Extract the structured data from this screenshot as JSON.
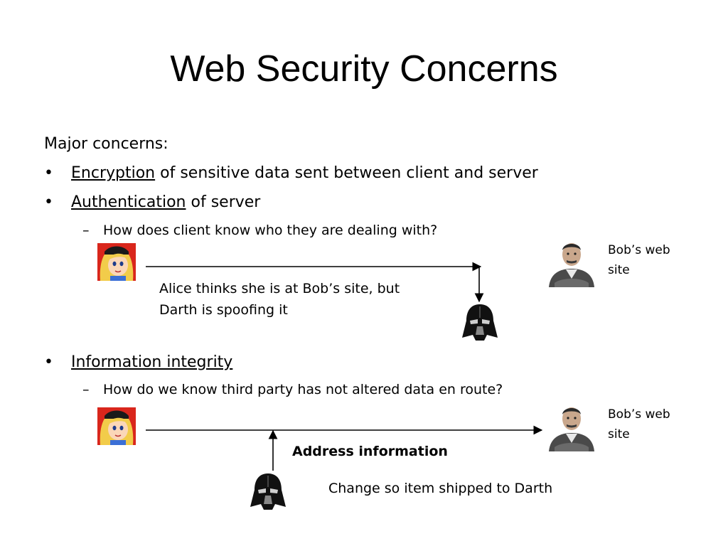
{
  "slide": {
    "title": "Web Security Concerns",
    "intro": "Major concerns:",
    "bullets": [
      {
        "marker": "•",
        "term": "Encryption",
        "rest": " of sensitive data sent between client and server"
      },
      {
        "marker": "•",
        "term": "Authentication",
        "rest": " of server"
      },
      {
        "marker": "•",
        "term": "Information integrity",
        "rest": ""
      }
    ],
    "subbullets": [
      {
        "marker": "–",
        "text": "How does client know who they are dealing with?"
      },
      {
        "marker": "–",
        "text": "How do we know third party has not altered data en route?"
      }
    ],
    "diagram1": {
      "bob_label_1": "Bob’s web",
      "bob_label_2": "site",
      "caption_1": "Alice thinks she is at Bob’s site, but",
      "caption_2": "Darth is spoofing it"
    },
    "diagram2": {
      "bob_label_1": "Bob’s web",
      "bob_label_2": "site",
      "packet_label": "Address information",
      "change_label": "Change so item shipped to Darth"
    }
  },
  "icons": [
    "alice-icon",
    "bob-icon",
    "darth-vader-icon"
  ],
  "colors": {
    "text": "#000000",
    "background": "#ffffff",
    "alice_hair": "#f2cc4a",
    "alice_bg": "#d9261c"
  }
}
